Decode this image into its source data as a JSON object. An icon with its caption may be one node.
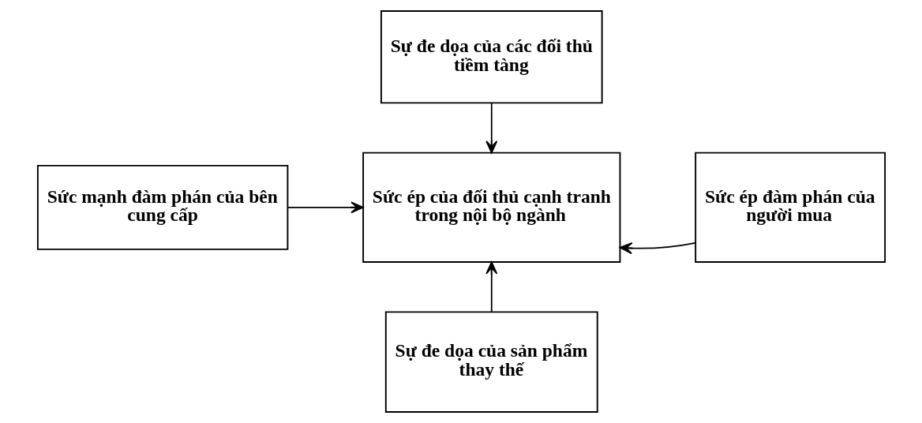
{
  "diagram": {
    "nodes": [
      {
        "text": [
          "Sự đe dọa của các đối thủ tiềm tàng"
        ]
      },
      {
        "text": [
          "Sức mạnh đàm phán của bên cung cấp"
        ]
      },
      {
        "text": [
          "Sức ép của đối thủ cạnh tranh trong nội bộ ngành"
        ]
      },
      {
        "text": [
          "Sức ép đàm phán của người mua"
        ]
      },
      {
        "text": [
          "Sự đe dọa của sản phẩm thay thế"
        ]
      }
    ],
    "edges": [
      {
        "from": 0,
        "to": 2,
        "arrow": "to"
      },
      {
        "from": 1,
        "to": 2,
        "arrow": "to"
      },
      {
        "from": 3,
        "to": 2,
        "arrow": "to"
      },
      {
        "from": 4,
        "to": 2,
        "arrow": "to"
      }
    ]
  }
}
